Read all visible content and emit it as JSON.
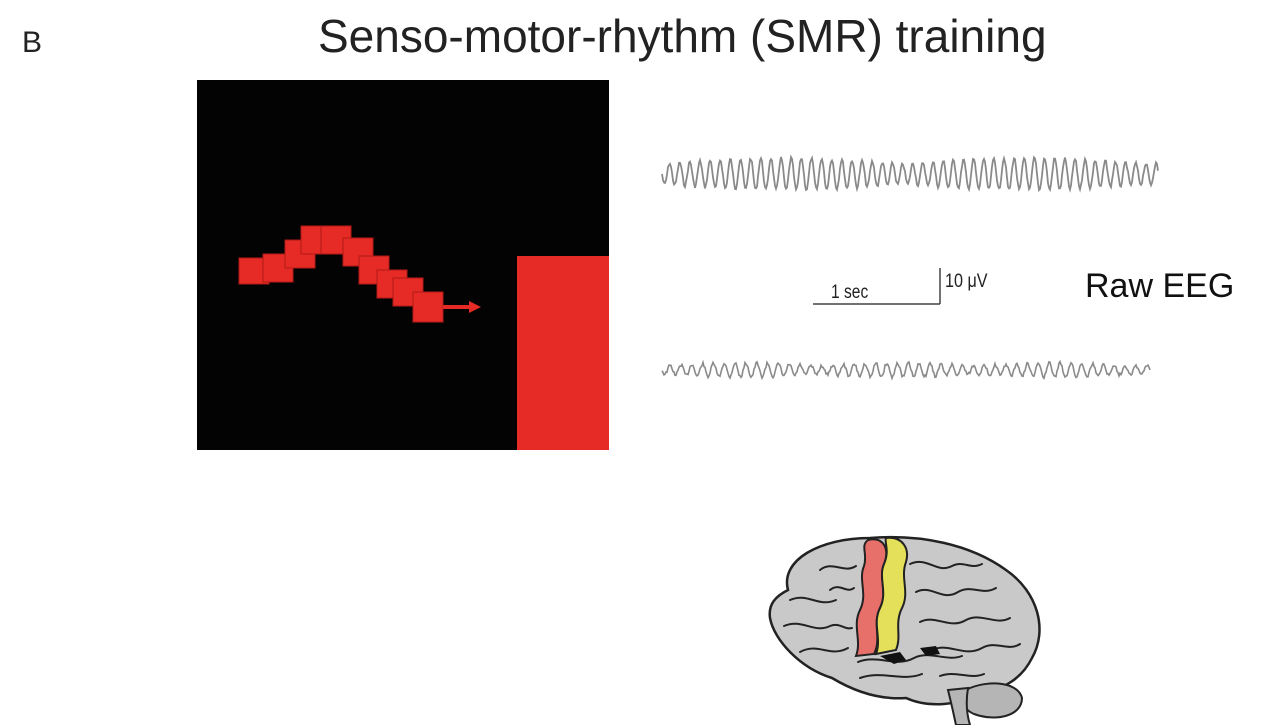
{
  "figure": {
    "panel_letter": "B",
    "title": "Senso-motor-rhythm (SMR) training"
  },
  "task_display": {
    "background_color": "#030303",
    "cursor_color": "#e62a25",
    "target_color": "#e62a25"
  },
  "eeg": {
    "trace_color": "#8a8a8a",
    "scale_time_label": "1 sec",
    "scale_amplitude_label": "10 μV",
    "raw_label": "Raw EEG"
  },
  "brain": {
    "motor_strip_color": "#e8706b",
    "sensory_strip_color": "#e4e05a",
    "cortex_color": "#c9c9c9"
  }
}
